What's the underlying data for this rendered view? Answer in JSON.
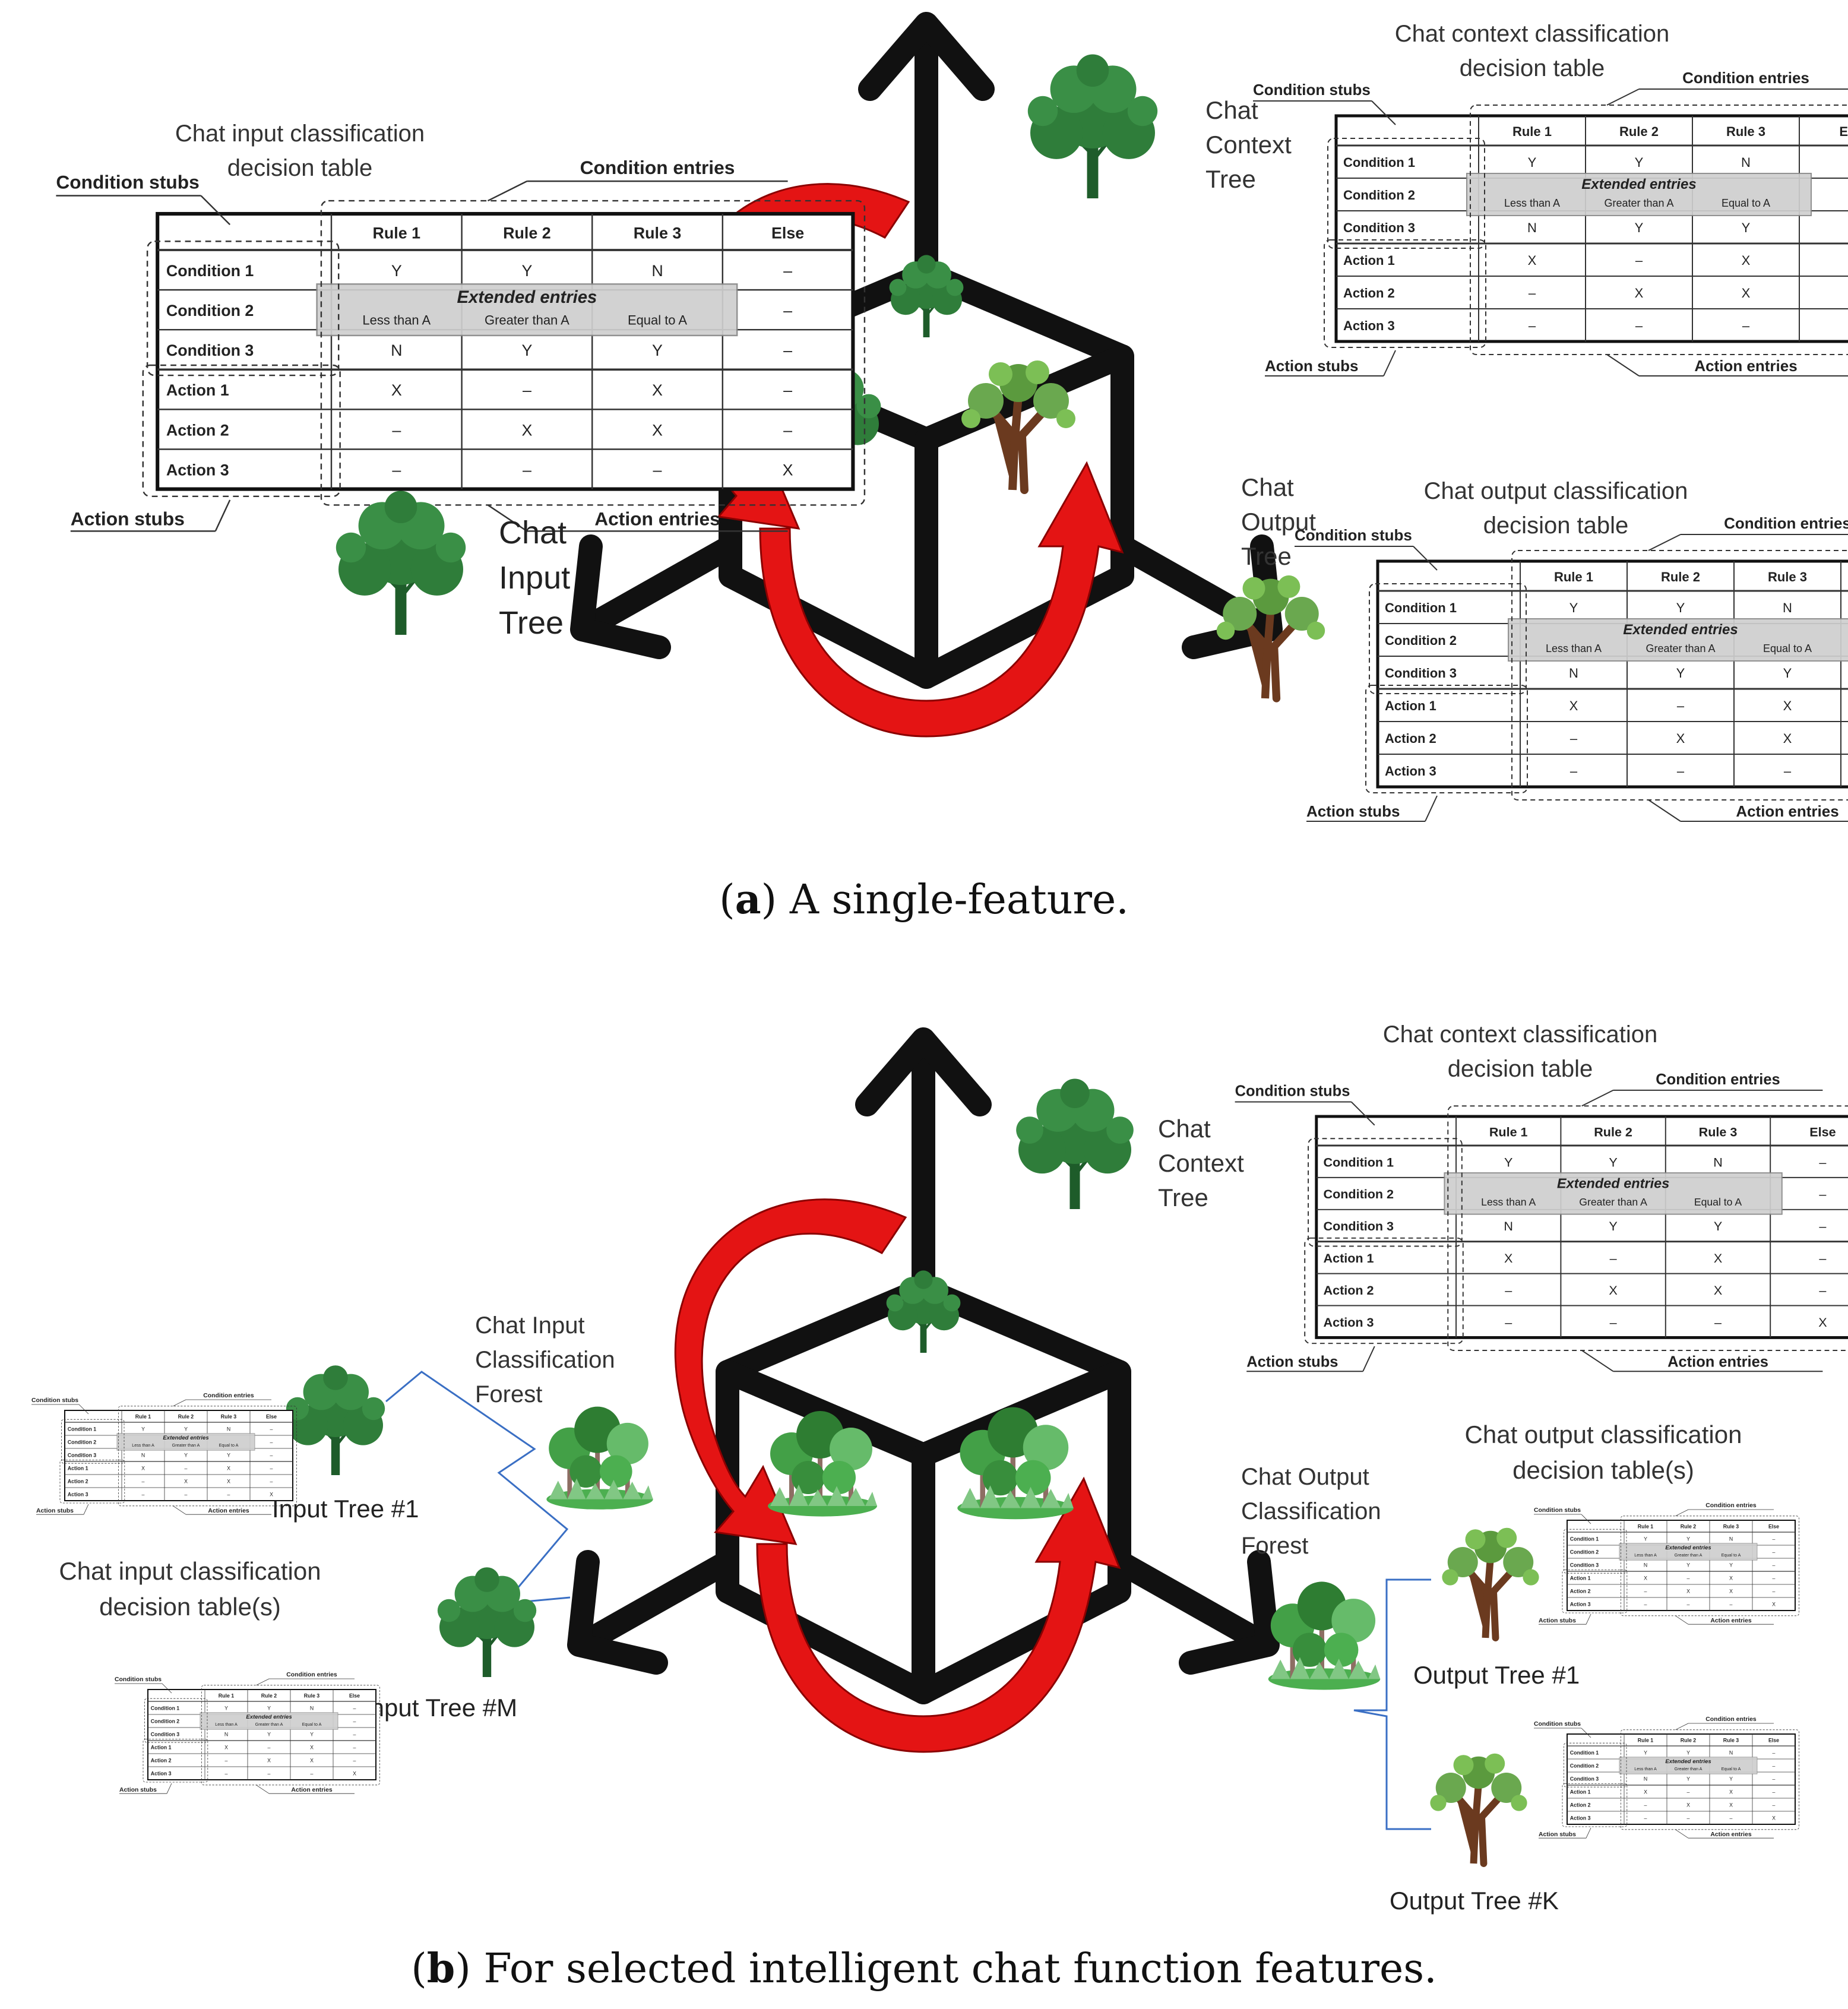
{
  "table": {
    "rules": [
      "Rule 1",
      "Rule 2",
      "Rule 3",
      "Else"
    ],
    "conditions": [
      "Condition 1",
      "Condition 2",
      "Condition 3"
    ],
    "actions": [
      "Action 1",
      "Action 2",
      "Action 3"
    ],
    "rows": [
      [
        "Y",
        "Y",
        "N",
        "–"
      ],
      [
        "",
        "",
        "",
        "–"
      ],
      [
        "N",
        "Y",
        "Y",
        "–"
      ],
      [
        "X",
        "–",
        "X",
        "–"
      ],
      [
        "–",
        "X",
        "X",
        "–"
      ],
      [
        "–",
        "–",
        "–",
        "X"
      ]
    ],
    "extended_title": "Extended entries",
    "extended_items": [
      "Less than A",
      "Greater than A",
      "Equal to A"
    ],
    "condition_stubs": "Condition stubs",
    "condition_entries": "Condition entries",
    "action_stubs": "Action stubs",
    "action_entries": "Action entries"
  },
  "part_a": {
    "input_table_title": [
      "Chat input classification",
      "decision table"
    ],
    "context_table_title": [
      "Chat context classification",
      "decision table"
    ],
    "output_table_title": [
      "Chat output classification",
      "decision table"
    ],
    "context_tree_label": [
      "Chat",
      "Context",
      "Tree"
    ],
    "output_tree_label": [
      "Chat",
      "Output",
      "Tree"
    ],
    "input_tree_label": [
      "Chat",
      "Input",
      "Tree"
    ],
    "caption_letter": "a",
    "caption_text": " A single-feature."
  },
  "part_b": {
    "context_table_title": [
      "Chat context classification",
      "decision table"
    ],
    "context_tree_label": [
      "Chat",
      "Context",
      "Tree"
    ],
    "input_forest_label": [
      "Chat  Input",
      "Classification",
      "Forest"
    ],
    "input_tables_title": [
      "Chat input classification",
      "decision table(s)"
    ],
    "input_tree_1": "Input Tree #1",
    "input_tree_m": "Input Tree #M",
    "output_forest_label": [
      "Chat Output",
      "Classification",
      "Forest"
    ],
    "output_tables_title": [
      "Chat output classification",
      "decision table(s)"
    ],
    "output_tree_1": "Output Tree #1",
    "output_tree_k": "Output Tree #K",
    "caption_letter": "b",
    "caption_text": " For selected intelligent chat function features."
  },
  "colors": {
    "arrow_black": "#111111",
    "curved_arrow_red": "#e41414",
    "tree_green": "#2f7d3a",
    "tree_brown": "#6b3a1f",
    "bracket_blue": "#3a6fc4",
    "extended_gray": "#cfcfcf"
  }
}
